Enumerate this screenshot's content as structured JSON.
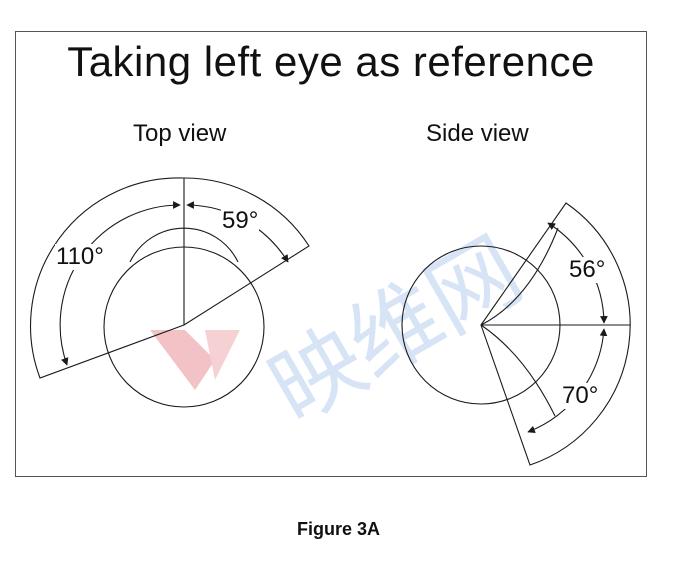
{
  "figure": {
    "title": "Taking left eye as reference",
    "caption": "Figure 3A"
  },
  "top_view": {
    "label": "Top view",
    "angle_nasal": "59°",
    "angle_temporal": "110°"
  },
  "side_view": {
    "label": "Side view",
    "angle_upper": "56°",
    "angle_lower": "70°"
  },
  "watermark": {
    "text": "映维网",
    "colors": [
      "#f2b8bd",
      "#cfe0f4"
    ]
  },
  "colors": {
    "line": "#1a1a1a",
    "frame": "#555555"
  }
}
